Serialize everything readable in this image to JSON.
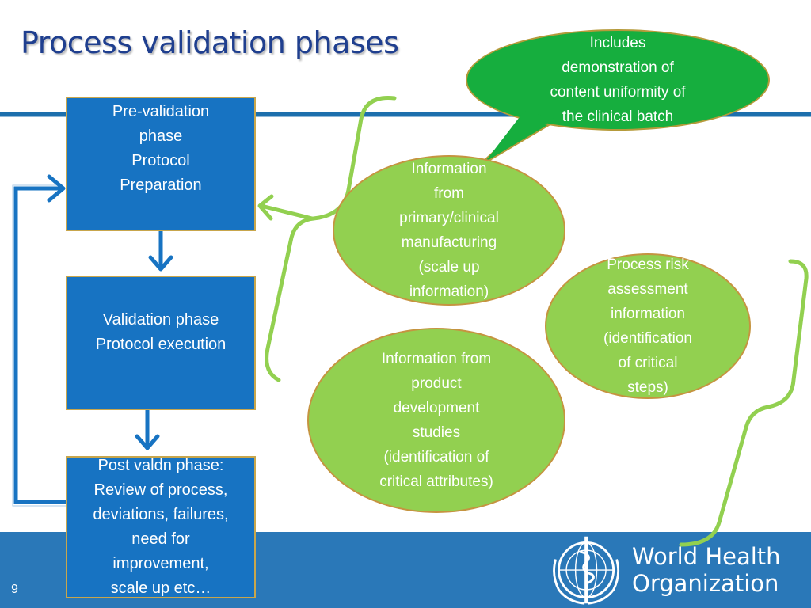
{
  "slide": {
    "title": "Process validation phases",
    "page_number": "9"
  },
  "boxes": [
    {
      "text": "Pre-validation\nphase\nProtocol\nPreparation"
    },
    {
      "text": "Validation phase\nProtocol execution"
    },
    {
      "text": "Post valdn phase:\nReview of process,\ndeviations, failures,\nneed for\nimprovement,\nscale up  etc…"
    }
  ],
  "callout": {
    "text": "Includes\ndemonstration of\ncontent uniformity of\nthe clinical batch"
  },
  "ellipses": [
    {
      "text": "Information\nfrom\nprimary/clinical\nmanufacturing\n(scale up\ninformation)"
    },
    {
      "text": "Process risk\nassessment\ninformation\n(identification\nof critical\nsteps)"
    },
    {
      "text": "Information from\nproduct\ndevelopment\nstudies\n(identification of\ncritical attributes)"
    }
  ],
  "logo": {
    "line1": "World Health",
    "line2": "Organization"
  },
  "colors": {
    "title": "#1f3f8f",
    "box_fill": "#1773c2",
    "arrow": "#1773c2",
    "brace": "#92d050",
    "ellipse_fill": "#92d050",
    "callout_fill": "#16ae3e",
    "footer": "#2a78b8"
  }
}
